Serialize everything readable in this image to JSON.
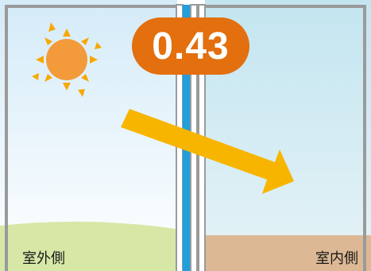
{
  "u_value": "0.43",
  "labels": {
    "outdoor": "室外側",
    "indoor": "室内側"
  },
  "colors": {
    "badge": "#E36F0E",
    "arrow": "#F7B500",
    "sun": "#F39A3A",
    "sun_rays": "#F7A800",
    "outdoor_sky_top": "#D6ECF8",
    "indoor_sky": "#C6E7F1",
    "grass": "#D7E8A6",
    "indoor_floor": "#DDB894",
    "glass_blue": "#1F9FDB"
  },
  "icons": {
    "sun": "sun-icon",
    "heat_flow": "arrow-right-down-icon"
  }
}
